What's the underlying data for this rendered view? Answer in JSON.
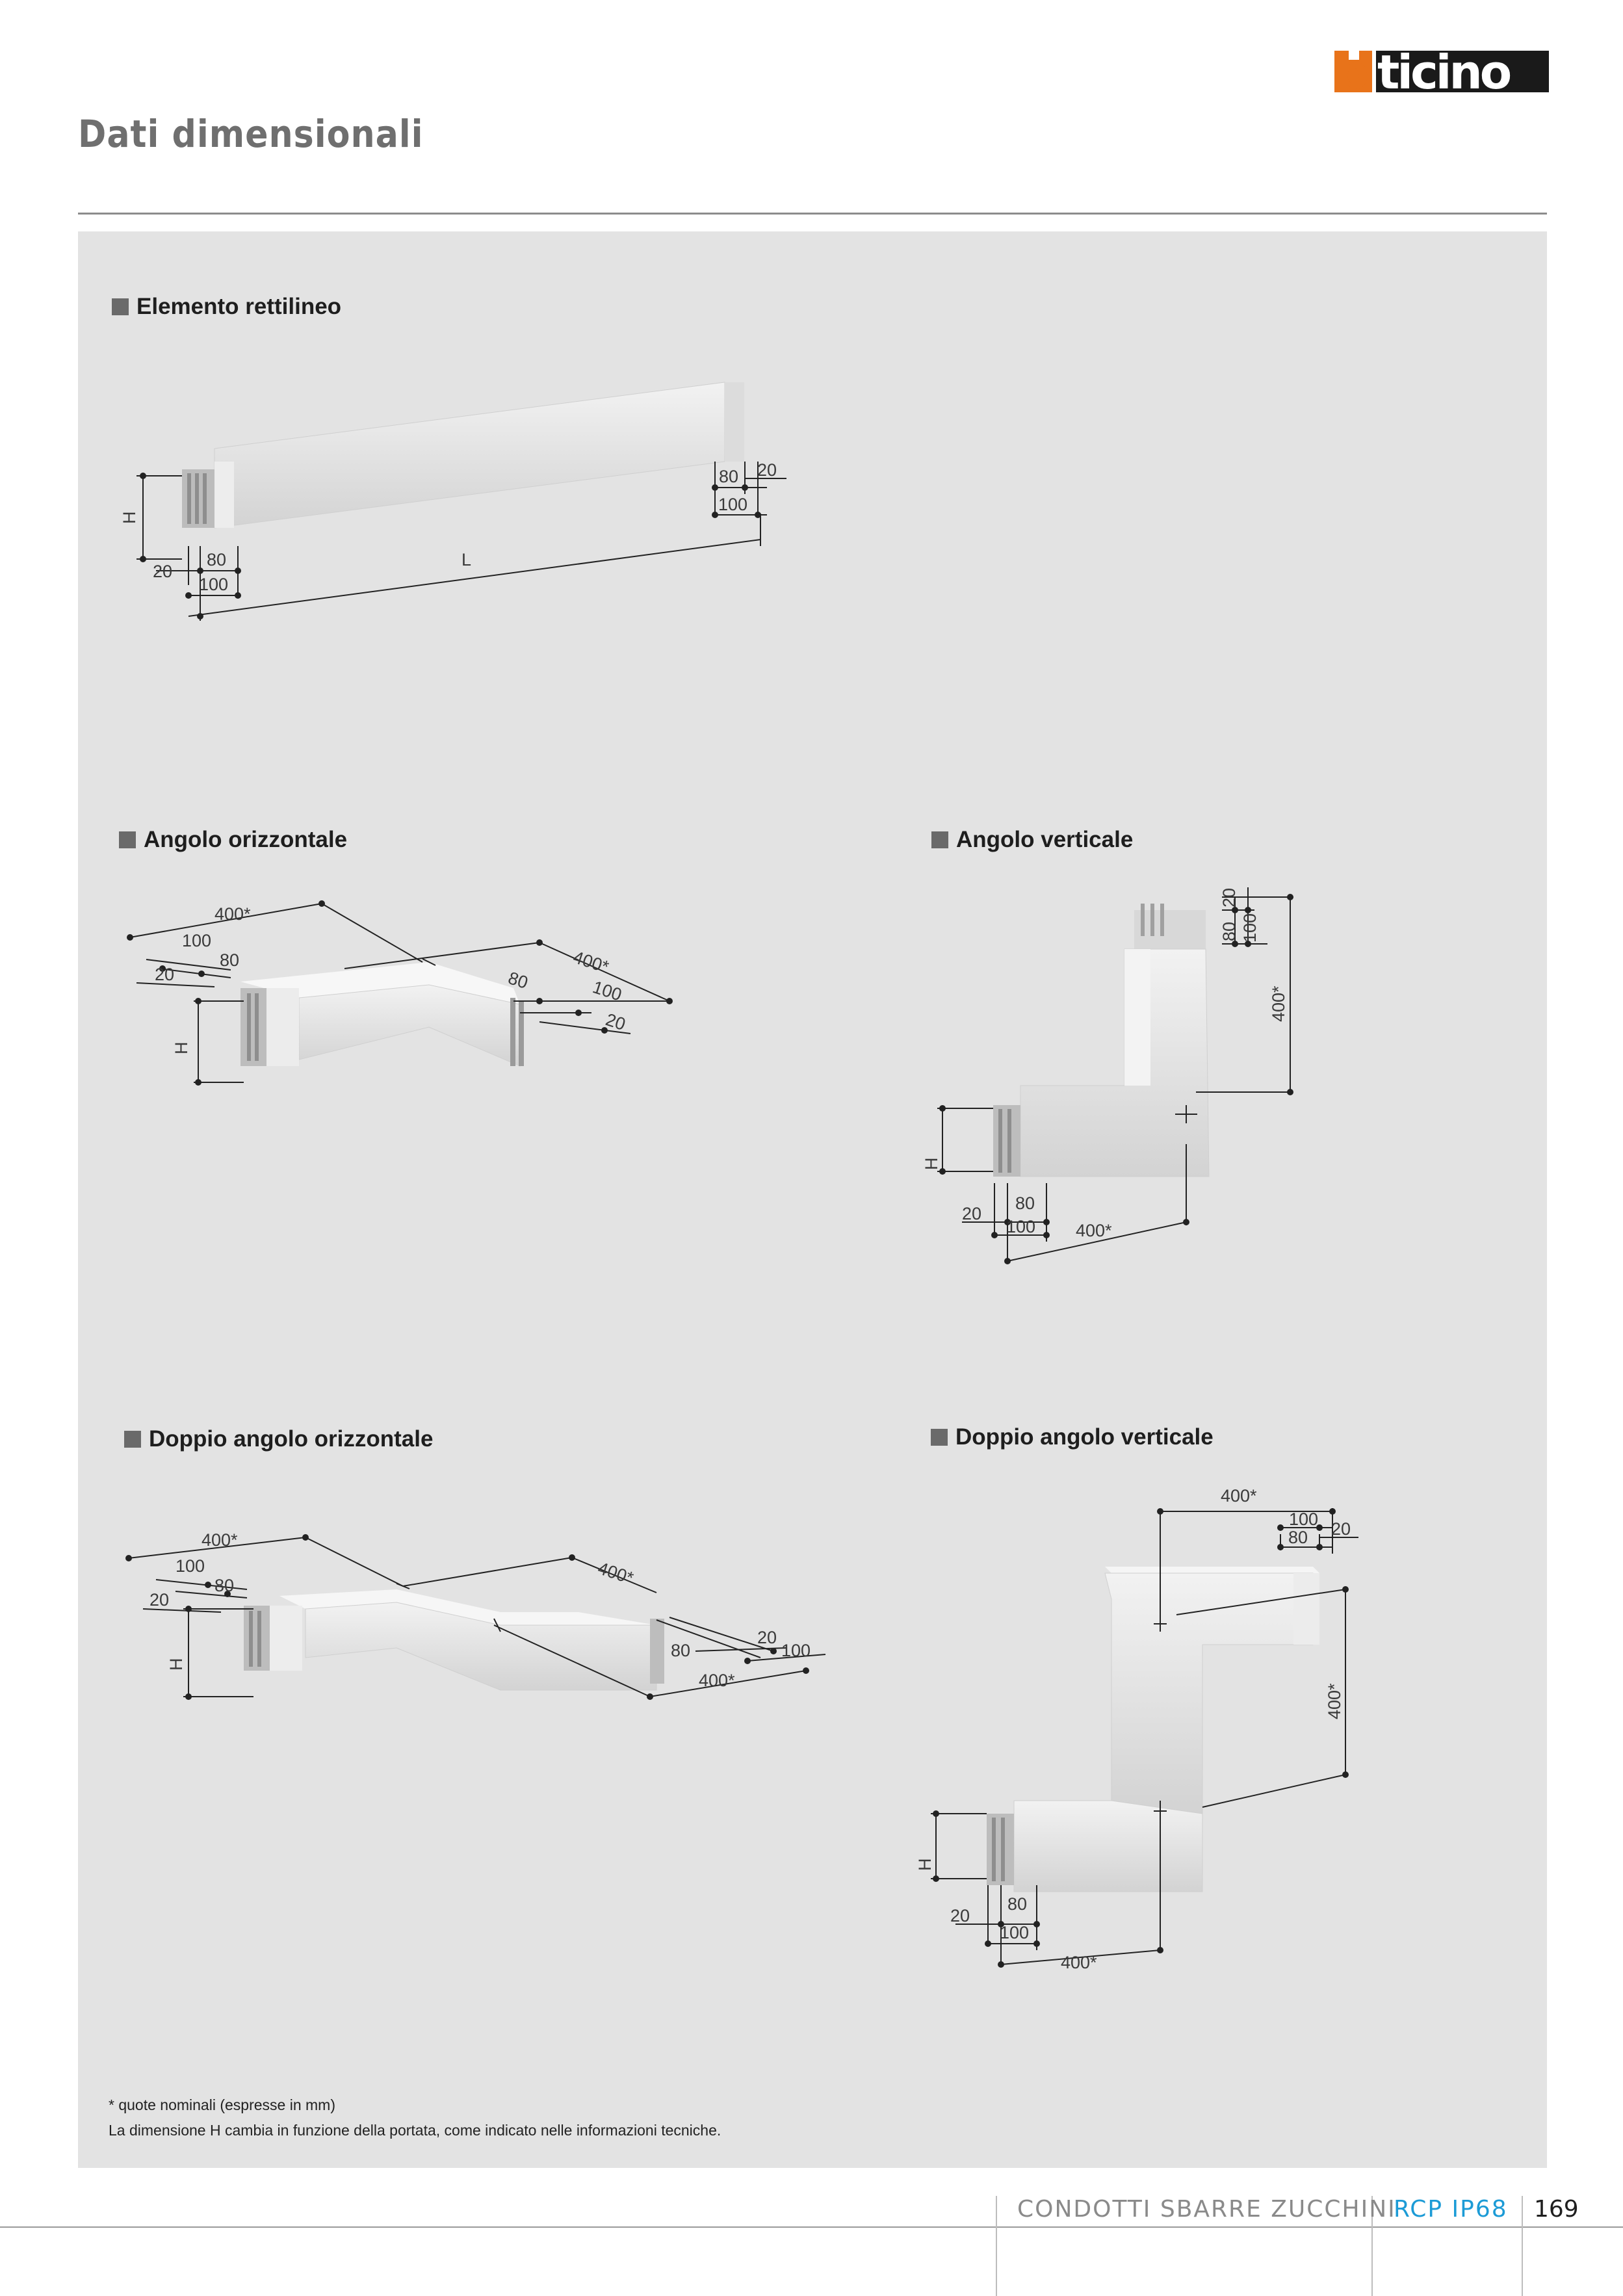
{
  "brand": {
    "name": "bticino",
    "accent_color": "#e8731a"
  },
  "page_title": "Dati dimensionali",
  "sections": {
    "straight": "Elemento rettilineo",
    "horiz_angle": "Angolo orizzontale",
    "vert_angle": "Angolo verticale",
    "double_horiz": "Doppio angolo orizzontale",
    "double_vert": "Doppio angolo verticale"
  },
  "dims": {
    "h": "H",
    "l": "L",
    "d20": "20",
    "d80": "80",
    "d100": "100",
    "d400": "400*"
  },
  "footnotes": {
    "nominal": "* quote nominali (espresse in mm)",
    "h_note": "La dimensione H cambia in funzione della portata, come indicato nelle informazioni tecniche."
  },
  "footer": {
    "series": "CONDOTTI SBARRE ZUCCHINI",
    "product": "RCP IP68",
    "page_number": "169",
    "product_color": "#1c9bd6"
  }
}
